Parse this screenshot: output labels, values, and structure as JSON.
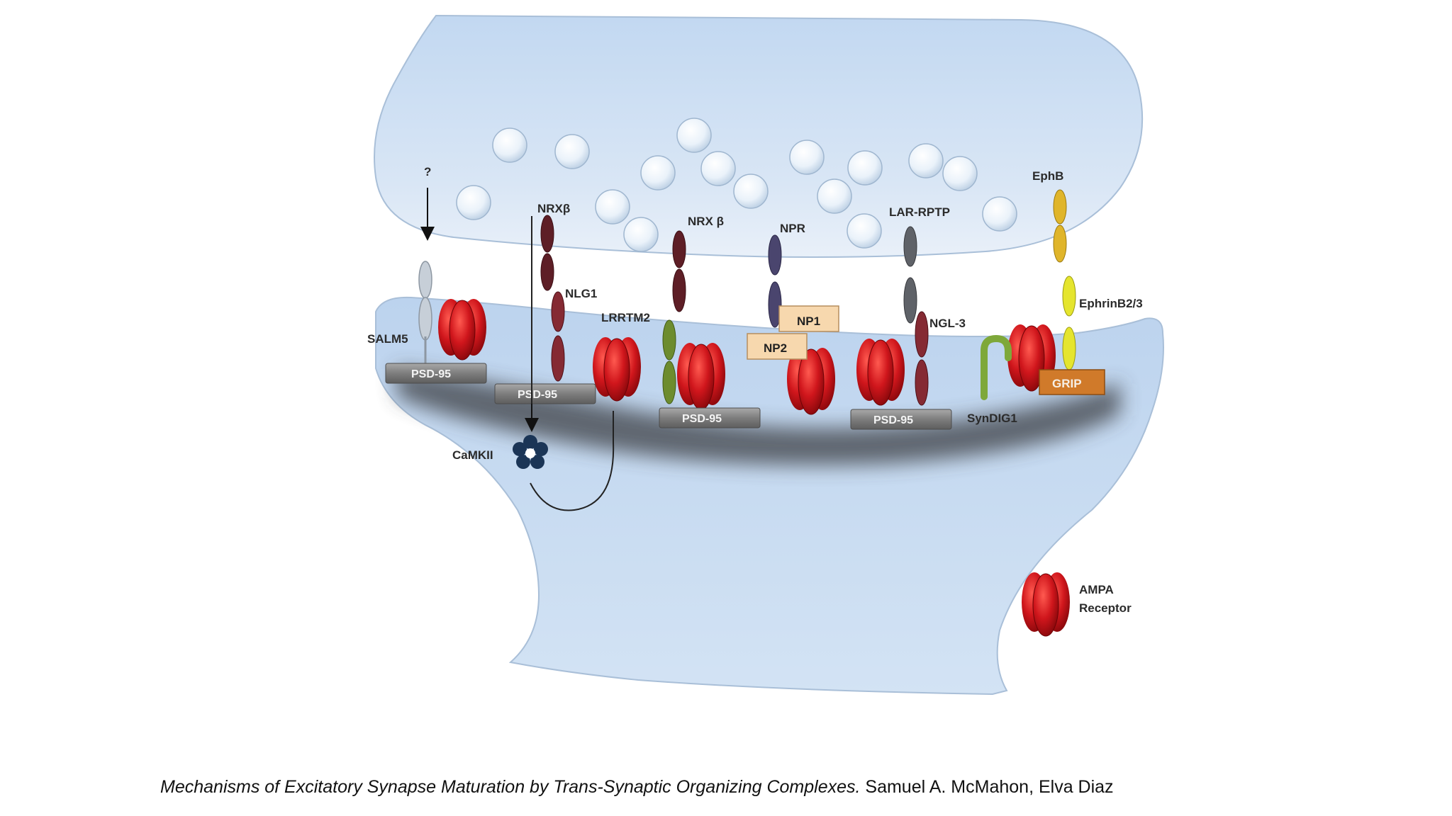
{
  "labels": {
    "question": "?",
    "salm5": "SALM5",
    "nrxb1": "NRXβ",
    "nlg1": "NLG1",
    "lrrtm2": "LRRTM2",
    "nrxb2": "NRX β",
    "npr": "NPR",
    "np1": "NP1",
    "np2": "NP2",
    "lar_rptp": "LAR-RPTP",
    "ngl3": "NGL-3",
    "ephb": "EphB",
    "ephrinb23": "EphrinB2/3",
    "grip": "GRIP",
    "syndig1": "SynDIG1",
    "camkii": "CaMKII",
    "psd95": "PSD-95",
    "ampa_line1": "AMPA",
    "ampa_line2": "Receptor"
  },
  "caption": {
    "title": "Mechanisms of Excitatory Synapse Maturation by Trans-Synaptic Organizing Complexes.",
    "authors": "Samuel A. McMahon, Elva Diaz"
  },
  "colors": {
    "membrane": "#c9dcf1",
    "ampa": "#c4141a",
    "psd95": "#8a8a8a",
    "np_box": "#f7d8ae",
    "grip": "#d07a2a",
    "camkii": "#1b3556"
  }
}
